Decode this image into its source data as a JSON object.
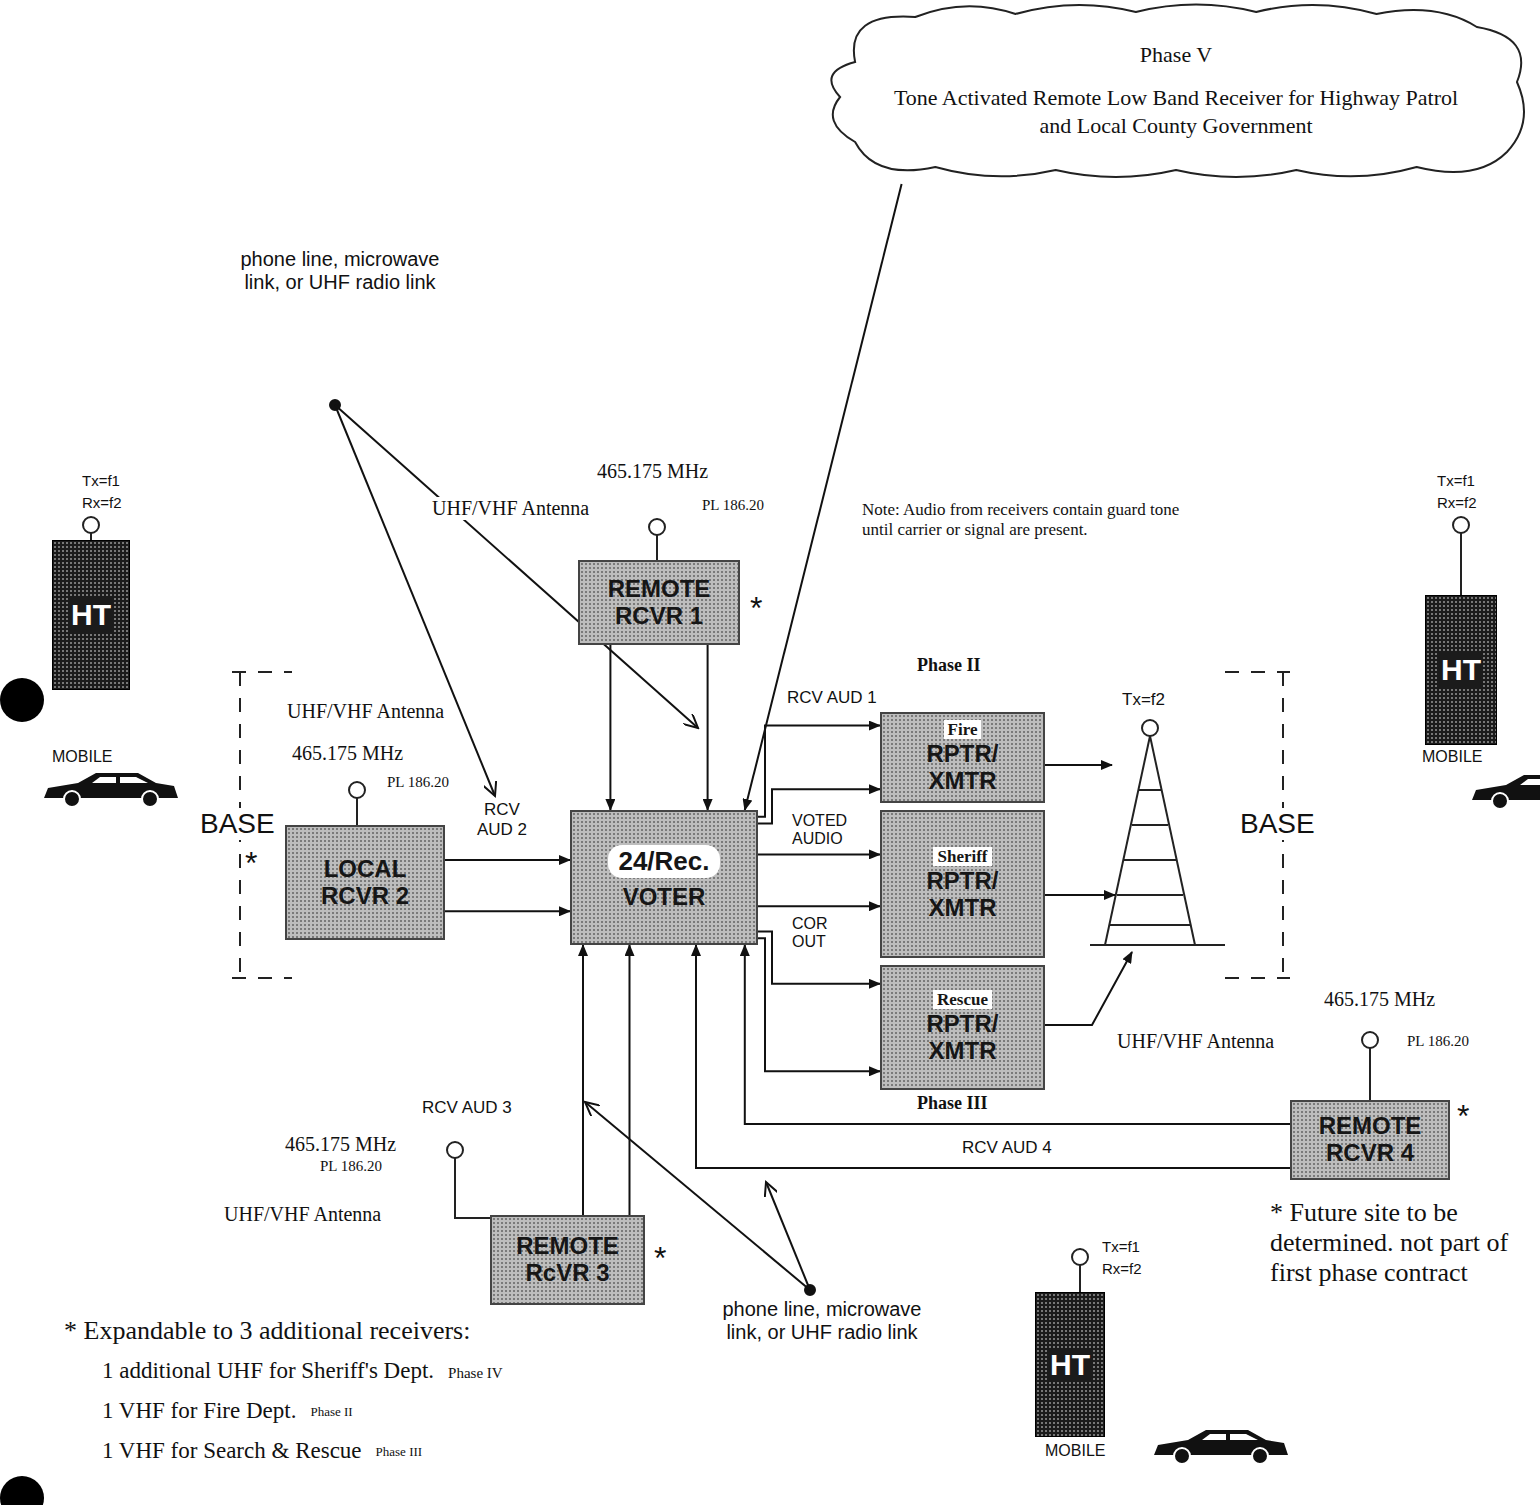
{
  "diagram": {
    "nodes": [
      {
        "text": [
          "Phase V",
          "Tone Activated Remote Low Band Receiver for Highway Patrol and Local County Government"
        ]
      },
      {
        "text": [
          "HT"
        ]
      },
      {
        "text": [
          "REMOTE RCVR 1"
        ]
      },
      {
        "text": [
          "HT"
        ]
      },
      {
        "text": [
          "LOCAL RCVR 2"
        ]
      },
      {
        "text": [
          "24/Rec.",
          "VOTER"
        ]
      },
      {
        "text": [
          "Fire",
          "RPTR/ XMTR"
        ]
      },
      {
        "text": [
          "Sheriff",
          "RPTR/ XMTR"
        ]
      },
      {
        "text": [
          "Rescue",
          "RPTR/ XMTR"
        ]
      },
      {
        "text": [
          "REMOTE RCVR 4"
        ]
      },
      {
        "text": [
          "REMOTE RcVR 3"
        ]
      },
      {
        "text": [
          "HT"
        ]
      }
    ],
    "edges": [
      {
        "from": 0,
        "to": 5,
        "arrow": "to"
      },
      {
        "from": 2,
        "to": 5,
        "arrow": "to"
      },
      {
        "from": 2,
        "to": 5,
        "arrow": "to"
      },
      {
        "from": 4,
        "to": 5,
        "arrow": "to"
      },
      {
        "from": 4,
        "to": 5,
        "arrow": "to"
      },
      {
        "from": 5,
        "to": 6,
        "arrow": "to"
      },
      {
        "from": 5,
        "to": 6,
        "arrow": "to"
      },
      {
        "from": 5,
        "to": 7,
        "arrow": "to"
      },
      {
        "from": 5,
        "to": 7,
        "arrow": "to"
      },
      {
        "from": 5,
        "to": 8,
        "arrow": "to"
      },
      {
        "from": 5,
        "to": 8,
        "arrow": "to"
      },
      {
        "from": 10,
        "to": 5,
        "arrow": "to"
      },
      {
        "from": 10,
        "to": 5,
        "arrow": "to"
      },
      {
        "from": 9,
        "to": 5,
        "arrow": "to"
      },
      {
        "from": 9,
        "to": 5,
        "arrow": "to"
      }
    ],
    "labels": [
      "phone line, microwave link, or UHF radio link",
      "465.175 MHz",
      "PL 186.20",
      "UHF/VHF Antenna",
      "Note: Audio from receivers contain guard tone until carrier or signal are present.",
      "Tx=f1",
      "Rx=f2",
      "MOBILE",
      "Tx=f1",
      "Rx=f2",
      "MOBILE",
      "*",
      "Phase II",
      "RCV AUD 1",
      "UHF/VHF Antenna",
      "465.175 MHz",
      "PL 186.20",
      "BASE",
      "*",
      "RCV AUD 2",
      "VOTED AUDIO",
      "COR OUT",
      "Tx=f2",
      "BASE",
      "465.175 MHz",
      "UHF/VHF Antenna",
      "PL 186.20",
      "Phase III",
      "RCV AUD 3",
      "RCV AUD 4",
      "465.175 MHz",
      "PL 186.20",
      "UHF/VHF Antenna",
      "*",
      "*",
      "* Future site to be determined. not part of first phase contract",
      "Tx=f1",
      "Rx=f2",
      "* Expandable to 3 additional receivers:",
      "1 additional UHF for Sheriff's Dept.",
      "Phase IV",
      "phone line, microwave link, or UHF radio link",
      "1 VHF for Fire Dept.",
      "Phase II",
      "1 VHF for Search & Rescue",
      "Phase III",
      "MOBILE"
    ]
  }
}
